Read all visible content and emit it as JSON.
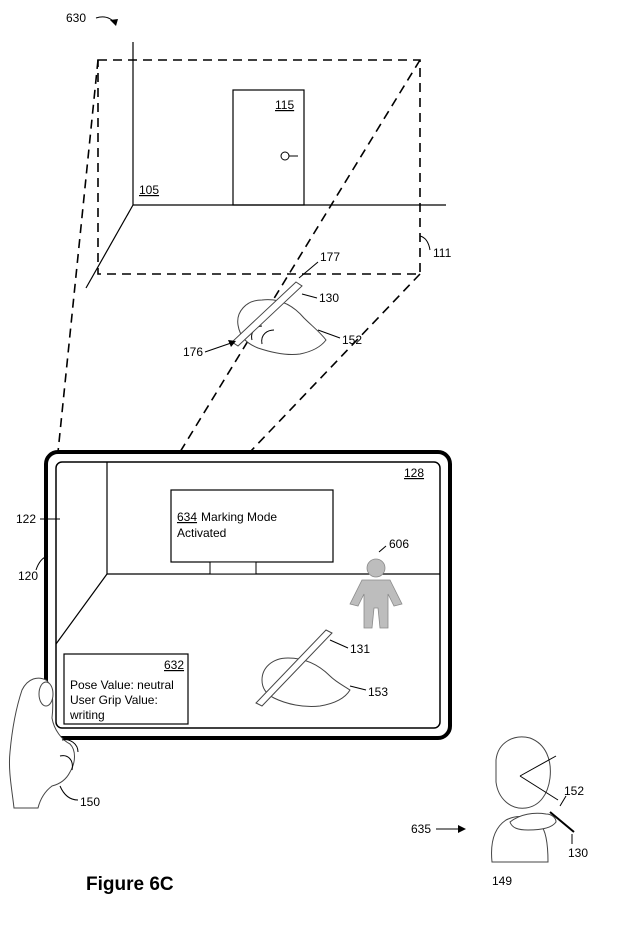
{
  "figure": {
    "title": "Figure 6C",
    "ref_630": "630",
    "ref_635": "635"
  },
  "room": {
    "wall_ref": "105",
    "door_ref": "115",
    "fov_ref": "111"
  },
  "stylus": {
    "tip_ref": "177",
    "pen_ref": "130",
    "hand_ref": "152",
    "grip_ref": "176"
  },
  "device": {
    "body_ref": "120",
    "edge_ref": "122",
    "screen_ref": "128",
    "hand_ref": "150"
  },
  "screen": {
    "mode_box": {
      "ref": "634",
      "text_line1": "Marking Mode",
      "text_line2": "Activated"
    },
    "person_ref": "606",
    "virtual_pen_ref": "131",
    "virtual_hand_ref": "153",
    "info_box": {
      "ref": "632",
      "line1": "Pose Value: neutral",
      "line2": "User Grip Value:",
      "line3": "writing"
    }
  },
  "user": {
    "body_ref": "149",
    "hand_ref": "152",
    "pen_ref": "130"
  }
}
